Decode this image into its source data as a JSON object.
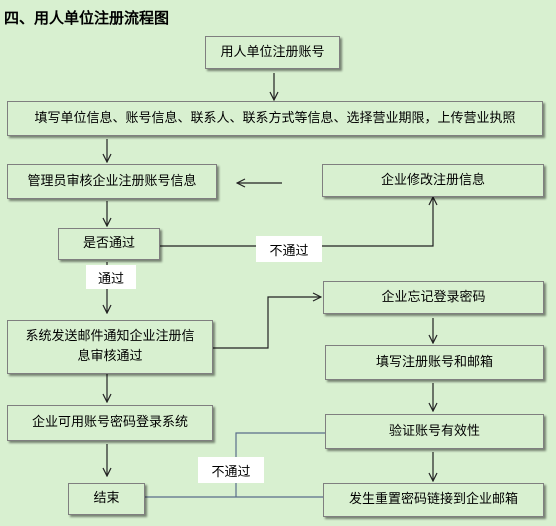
{
  "title": "四、用人单位注册流程图",
  "nodes": {
    "register_account": "用人单位注册账号",
    "fill_info": "填写单位信息、账号信息、联系人、联系方式等信息、选择营业期限，上传营业执照",
    "admin_review": "管理员审核企业注册账号信息",
    "modify_info": "企业修改注册信息",
    "is_passed": "是否通过",
    "send_email_line1": "系统发送邮件通知企业注册信",
    "send_email_line2": "息审核通过",
    "login": "企业可用账号密码登录系统",
    "end": "结束",
    "forgot_password": "企业忘记登录密码",
    "fill_account_email": "填写注册账号和邮箱",
    "verify_account": "验证账号有效性",
    "send_reset_link": "发生重置密码链接到企业邮箱"
  },
  "edge_labels": {
    "not_passed_top": "不通过",
    "passed": "通过",
    "not_passed_bottom": "不通过"
  }
}
